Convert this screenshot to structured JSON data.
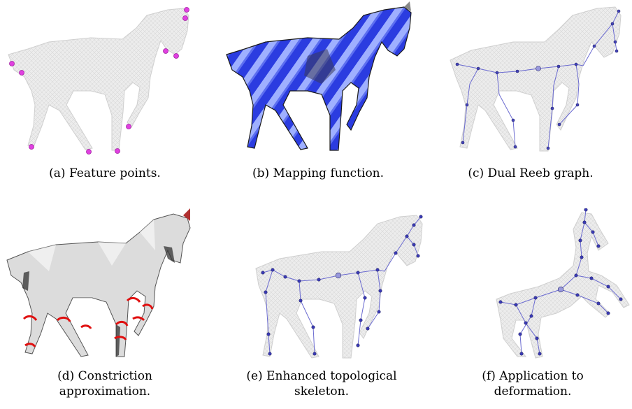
{
  "figure": {
    "panels": [
      {
        "id": "a",
        "caption_line1": "(a) Feature points.",
        "caption_line2": ""
      },
      {
        "id": "b",
        "caption_line1": "(b) Mapping function.",
        "caption_line2": ""
      },
      {
        "id": "c",
        "caption_line1": "(c) Dual Reeb graph.",
        "caption_line2": ""
      },
      {
        "id": "d",
        "caption_line1": "(d) Constriction",
        "caption_line2": "approximation."
      },
      {
        "id": "e",
        "caption_line1": "(e) Enhanced topological",
        "caption_line2": "skeleton."
      },
      {
        "id": "f",
        "caption_line1": "(f) Application to",
        "caption_line2": "deformation."
      }
    ]
  },
  "colors": {
    "mesh": "#e9e9e9",
    "mesh_line": "#c8c8c8",
    "feature_point": "#e040e0",
    "stripe_dark": "#2233dd",
    "stripe_light": "#aabbff",
    "graph_node": "#3333aa",
    "graph_edge": "#6a6ad0",
    "constriction": "#e01010",
    "shaded_dark": "#555555"
  }
}
